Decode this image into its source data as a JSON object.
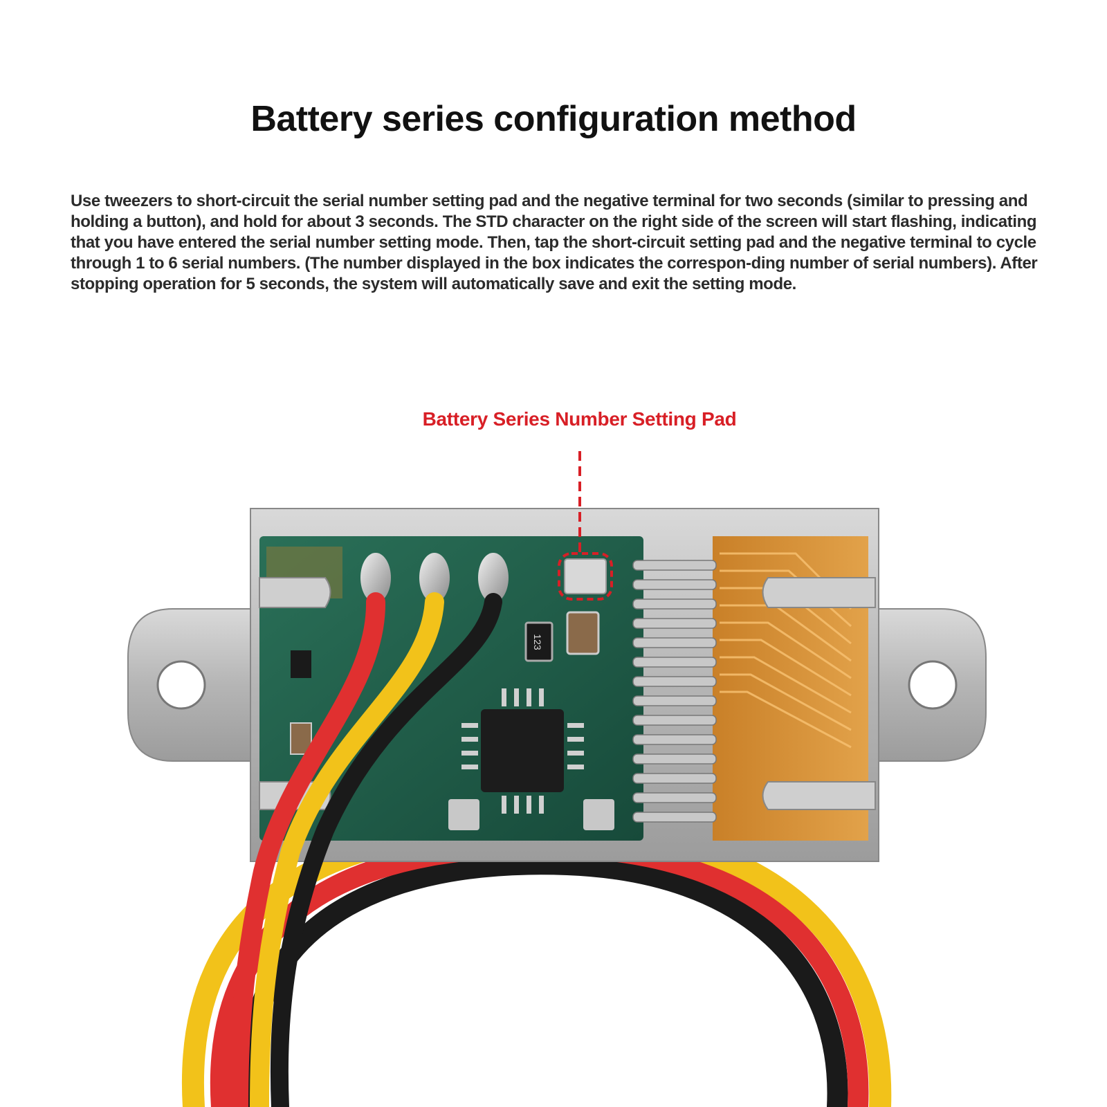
{
  "heading": {
    "title": "Battery series configuration method",
    "description": "Use tweezers to short-circuit the serial number setting pad and the negative terminal for two seconds (similar to pressing and holding a button), and hold for about 3 seconds. The STD character on the right side of the screen will start flashing, indicating that you have entered the serial number setting mode. Then, tap the short-circuit setting pad and the negative terminal to cycle through 1 to 6 serial numbers. (The number displayed in the box indicates the correspon-ding number of serial numbers). After stopping operation for 5 seconds, the system will automatically save and exit the setting mode."
  },
  "callout": {
    "label": "Battery Series Number Setting Pad",
    "color": "#d81f26"
  },
  "board": {
    "resistor_marking": "123",
    "wire_colors": [
      "#e03030",
      "#f2c21a",
      "#1a1a1a"
    ],
    "pcb_color": "#1f5f4a",
    "bracket_color": "#bdbdbd",
    "flex_color": "#d8923a"
  }
}
